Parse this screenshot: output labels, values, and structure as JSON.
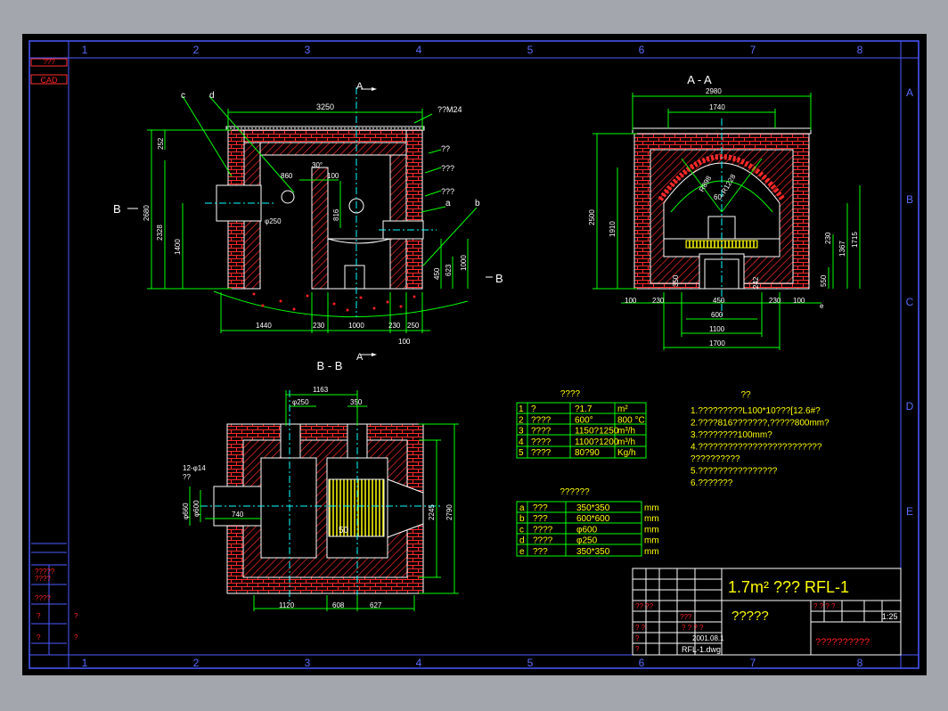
{
  "frame": {
    "cols": [
      "1",
      "2",
      "3",
      "4",
      "5",
      "6",
      "7",
      "8"
    ],
    "rows": [
      "A",
      "B",
      "C",
      "D",
      "E"
    ]
  },
  "sidebar": {
    "top_labels": [
      "???",
      "CAD"
    ],
    "bottom_labels": [
      "?????",
      "????",
      "????",
      "?",
      "?"
    ],
    "bottom_marks": [
      "?",
      "?"
    ]
  },
  "front_view": {
    "labels": {
      "c": "c",
      "d": "d",
      "a": "a",
      "b": "b",
      "A": "A",
      "B": "B"
    },
    "dims": {
      "top": "3250",
      "bolt": "??M24",
      "d252": "252",
      "d2680": "2680",
      "d2328": "2328",
      "d1400": "1400",
      "d860": "860",
      "d100": "100",
      "d816": "816",
      "ang": "30°",
      "phi250": "φ250",
      "d450": "450",
      "d623": "623",
      "d1000": "1000",
      "bottom": [
        "1440",
        "230",
        "1000",
        "230",
        "250"
      ],
      "d100b": "100"
    },
    "notes": [
      "??",
      "???",
      "???"
    ]
  },
  "aa_view": {
    "title": "A - A",
    "dims": {
      "top": "2980",
      "inner": "1740",
      "d2500": "2500",
      "d1910": "1910",
      "r1": "R898",
      "r2": "R1228",
      "ang": "60°",
      "d230": "230",
      "d1367": "1367",
      "d1715": "1715",
      "d550": "550",
      "d350": "350",
      "d242": "242",
      "bottom": [
        "100",
        "230",
        "450",
        "230",
        "100"
      ],
      "d600": "600",
      "d1100": "1100",
      "d1700": "1700",
      "e": "e"
    }
  },
  "bb_view": {
    "title": "B - B",
    "dims": {
      "d1163": "1163",
      "phi250": "φ250",
      "d350": "350",
      "bolt": "12-φ14",
      "note": "??",
      "phi660": "φ660",
      "phi600": "φ600",
      "d740": "740",
      "d50": "50",
      "d2245": "2245",
      "d2790": "2790",
      "bottom": [
        "1120",
        "608",
        "627"
      ]
    }
  },
  "spec_table": {
    "title": "????",
    "rows": [
      [
        "1",
        "?",
        "?1.7",
        "m²"
      ],
      [
        "2",
        "????",
        "600°",
        "800 °C"
      ],
      [
        "3",
        "????",
        "1150?1250",
        "m³/h"
      ],
      [
        "4",
        "????",
        "1100?1200",
        "m³/h"
      ],
      [
        "5",
        "????",
        "80?90",
        "Kg/h"
      ]
    ]
  },
  "nozzle_table": {
    "title": "??????",
    "rows": [
      [
        "a",
        "???",
        "350*350",
        "mm"
      ],
      [
        "b",
        "???",
        "600*600",
        "mm"
      ],
      [
        "c",
        "????",
        "φ600",
        "mm"
      ],
      [
        "d",
        "????",
        "φ250",
        "mm"
      ],
      [
        "e",
        "???",
        "350*350",
        "mm"
      ]
    ]
  },
  "notes": {
    "title": "??",
    "lines": [
      "1.?????????L100*10???[12.6#?",
      "2.????816???????,?????800mm?",
      "3.????????100mm?",
      "4.?????????????????????????",
      "  ??????????",
      "5.????????????????",
      "6.???????"
    ]
  },
  "title_block": {
    "title": "1.7m² ??? RFL-1",
    "subtitle": "?????",
    "scale": "1:25",
    "date": "2001.08.1",
    "file": "RFL-1.dwg",
    "company": "??????????",
    "small_cells": [
      "?? ??",
      "???",
      "? ?",
      "? ? ? ?",
      "? ? ? ?",
      "?",
      "?"
    ]
  }
}
